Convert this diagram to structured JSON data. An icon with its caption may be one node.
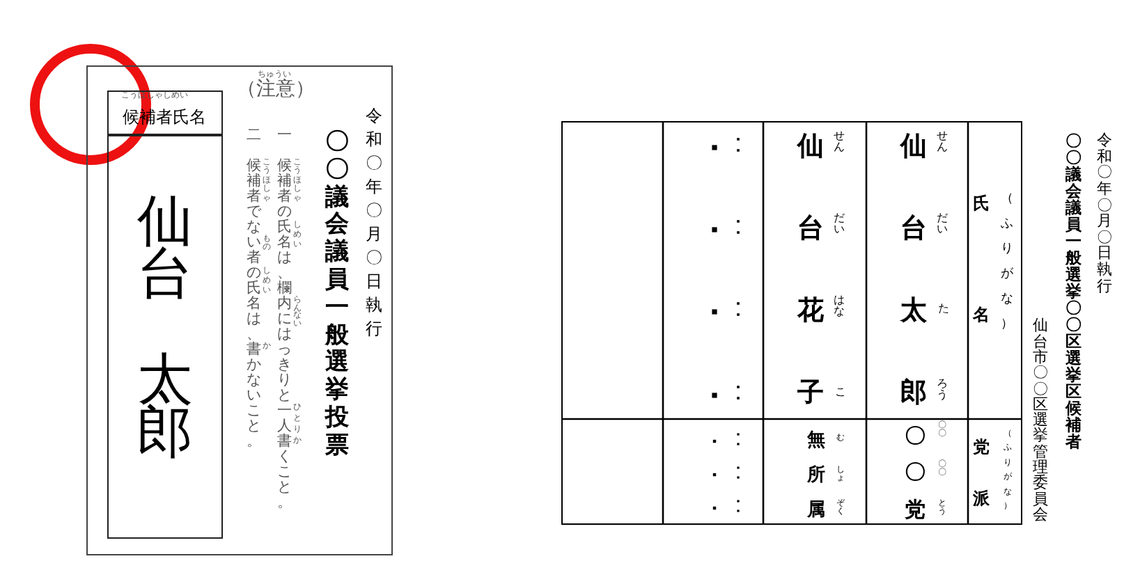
{
  "diagram": {
    "nodes": [
      {
        "text": [
          "令和〇年〇月〇日執行",
          "〇〇議会議員一般選挙投票",
          "（注意）",
          "一",
          "候補者の氏名は、欄内にはっきりと一人書くこと。",
          "二",
          "候補者でない者の氏名は、書かないこと。"
        ]
      },
      {
        "text": [
          "候補者氏名"
        ],
        "in": 0
      },
      {
        "text": [
          "仙台",
          "太郎"
        ],
        "in": 0
      },
      {
        "text": [],
        "shape": "box"
      },
      {
        "text": [
          "仙台花子"
        ],
        "in": 3
      },
      {
        "text": [
          "無所属"
        ],
        "in": 3
      },
      {
        "text": [
          "仙台太郎"
        ],
        "in": 3
      },
      {
        "text": [
          "〇〇党"
        ],
        "in": 3
      },
      {
        "text": [
          "氏名",
          "（ふりがな）"
        ],
        "in": 3
      },
      {
        "text": [
          "党派",
          "（ふりがな）"
        ],
        "in": 3
      }
    ],
    "labels": [
      "ちゅうい",
      "こうほしゃしめい",
      "こうほしゃ",
      "しめい",
      "らんない",
      "ひとりか",
      "こうほしゃ",
      "もの",
      "しめい",
      "か",
      "せん",
      "だい",
      "はな",
      "こ",
      "む",
      "しょ",
      "ぞく",
      "せん",
      "だい",
      "た",
      "ろう",
      "〇〇",
      "〇〇",
      "とう",
      "令和〇年〇月〇日執行",
      "〇〇議会議員一般選挙〇〇区選挙区候補者",
      "仙台市〇〇区選挙管理委員会"
    ]
  }
}
